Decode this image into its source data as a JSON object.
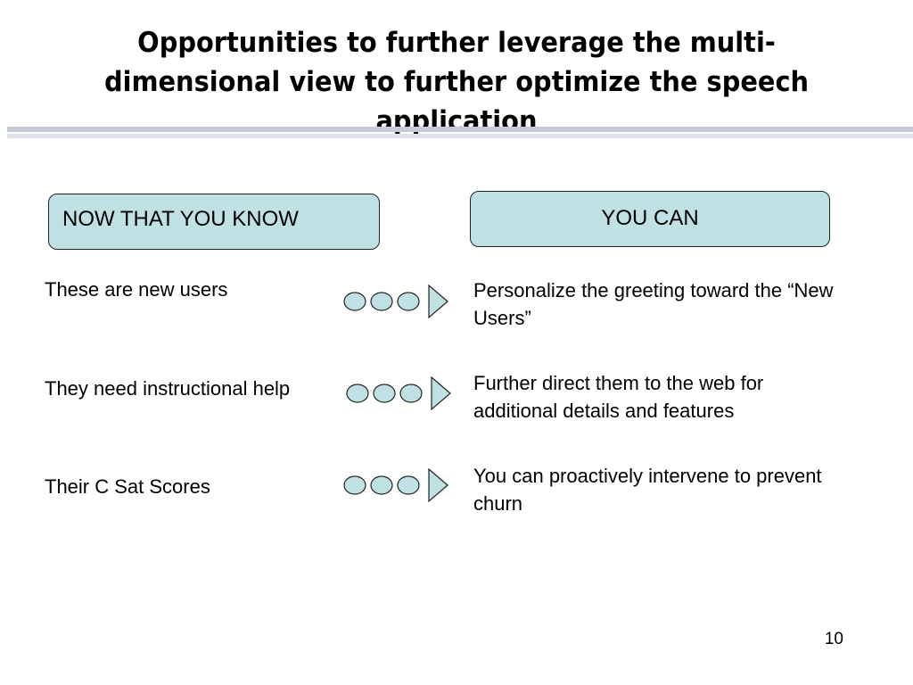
{
  "slide": {
    "title": "Opportunities to further leverage the multi-\ndimensional view to further optimize the speech\napplication",
    "page_number": "10"
  },
  "headers": {
    "left": "NOW THAT YOU KNOW",
    "right": "YOU CAN"
  },
  "rows": [
    {
      "know": "These are new users",
      "can": "Personalize the greeting toward the “New Users”"
    },
    {
      "know": "They need instructional help",
      "can": "Further direct them to the web for additional details and features"
    },
    {
      "know": "Their C Sat Scores",
      "can": "You can proactively intervene to prevent churn"
    }
  ],
  "colors": {
    "header_fill": "#bfe1e3",
    "connector_fill": "#bfe1e3",
    "outline": "#222222",
    "title_rule": "#c6ccd6"
  },
  "icons": {
    "connector": "three-circles-and-arrow"
  }
}
